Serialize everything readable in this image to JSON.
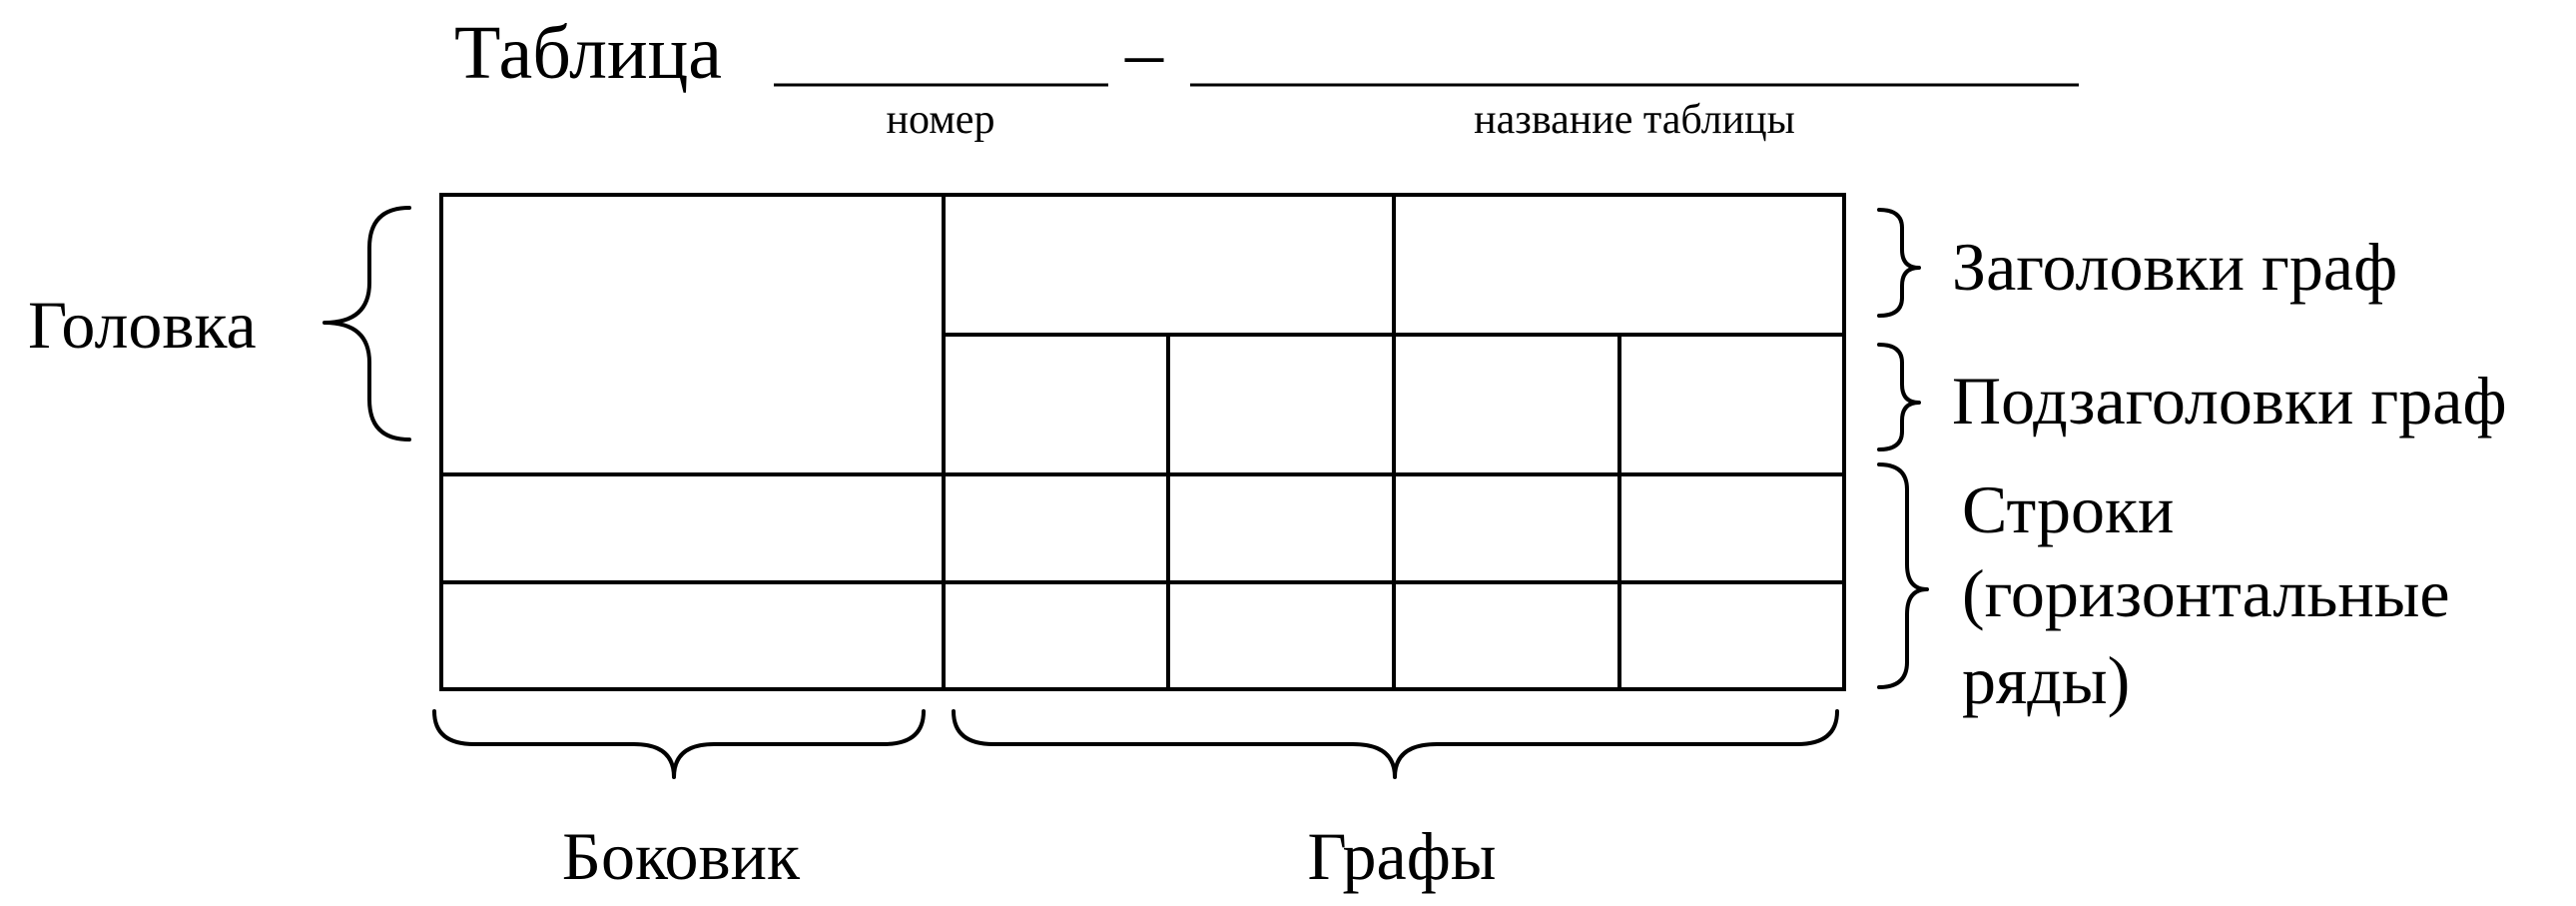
{
  "title": {
    "prefix": "Таблица",
    "dash": "–",
    "number_caption": "номер",
    "name_caption": "название таблицы"
  },
  "labels": {
    "head": "Головка",
    "column_headers": "Заголовки граф",
    "column_subheaders": "Подзаголовки граф",
    "rows_line1": "Строки",
    "rows_line2": "(горизонтальные",
    "rows_line3": "ряды)",
    "stub": "Боковик",
    "columns": "Графы"
  },
  "colors": {
    "ink": "#000000",
    "background": "#ffffff"
  }
}
